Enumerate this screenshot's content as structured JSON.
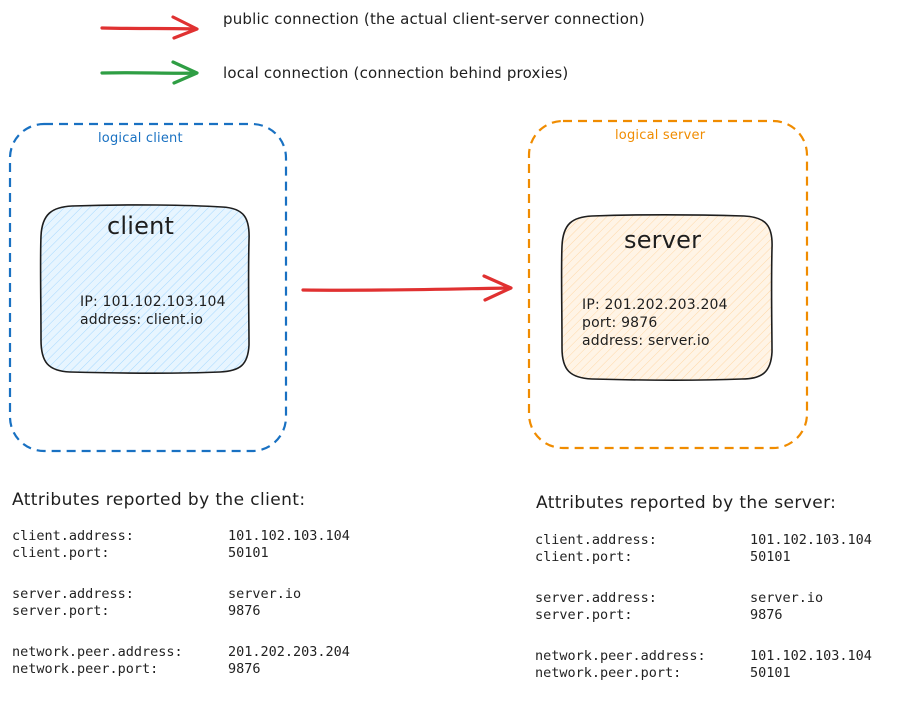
{
  "legend": {
    "public": {
      "label": "public connection (the actual client-server connection)",
      "color": "#e03131"
    },
    "local": {
      "label": "local connection (connection behind proxies)",
      "color": "#2f9e44"
    }
  },
  "client_group": {
    "label": "logical client",
    "color": "#1971c2"
  },
  "server_group": {
    "label": "logical server",
    "color": "#f08c00"
  },
  "client_box": {
    "title": "client",
    "lines": [
      "IP: 101.102.103.104",
      "address: client.io"
    ],
    "fill": "#e7f5ff"
  },
  "server_box": {
    "title": "server",
    "lines": [
      "IP: 201.202.203.204",
      "port: 9876",
      "address: server.io"
    ],
    "fill": "#fff4e6"
  },
  "client_attrs": {
    "title": "Attributes reported by the client:",
    "rows": [
      {
        "key": "client.address:",
        "value": "101.102.103.104"
      },
      {
        "key": "client.port:",
        "value": "50101"
      },
      {
        "key": "server.address:",
        "value": "server.io"
      },
      {
        "key": "server.port:",
        "value": "9876"
      },
      {
        "key": "network.peer.address:",
        "value": "201.202.203.204"
      },
      {
        "key": "network.peer.port:",
        "value": "9876"
      }
    ]
  },
  "server_attrs": {
    "title": "Attributes reported by the server:",
    "rows": [
      {
        "key": "client.address:",
        "value": "101.102.103.104"
      },
      {
        "key": "client.port:",
        "value": "50101"
      },
      {
        "key": "server.address:",
        "value": "server.io"
      },
      {
        "key": "server.port:",
        "value": "9876"
      },
      {
        "key": "network.peer.address:",
        "value": "101.102.103.104"
      },
      {
        "key": "network.peer.port:",
        "value": "50101"
      }
    ]
  }
}
